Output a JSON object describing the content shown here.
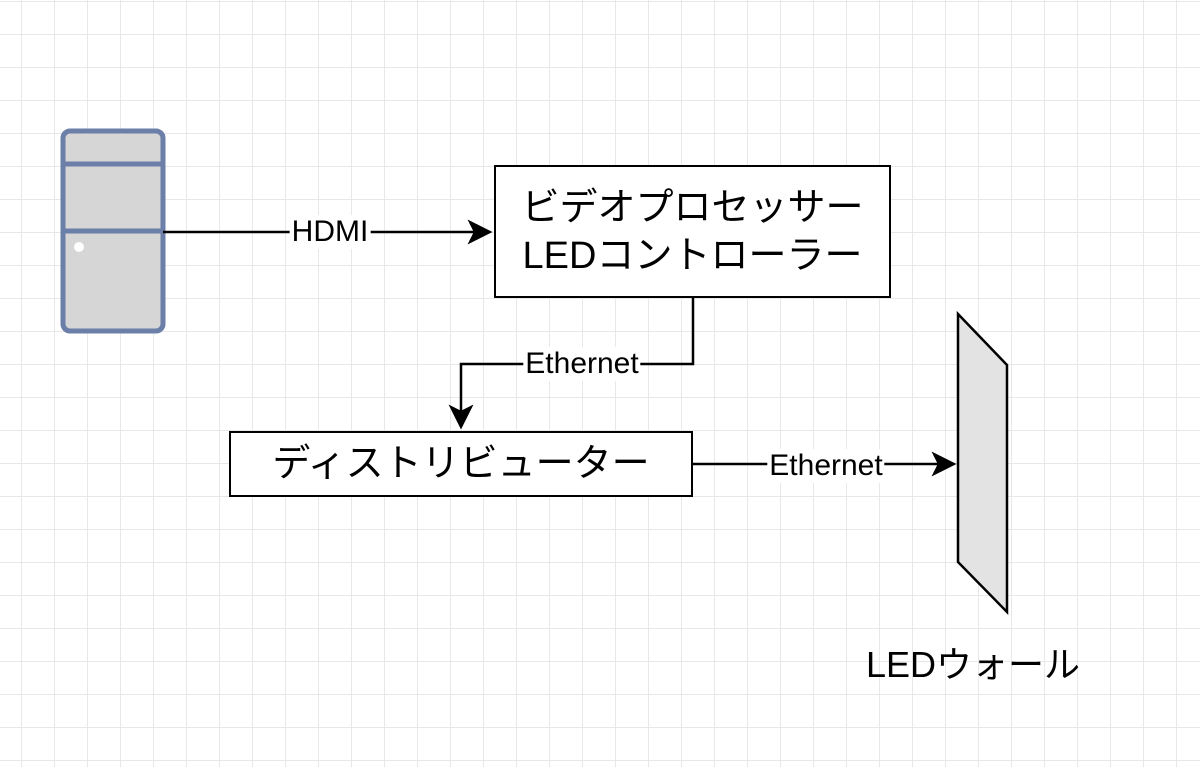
{
  "nodes": {
    "pc": {
      "icon": "pc-tower-icon",
      "fill": "#d6d6d6",
      "stroke": "#6b7fa8"
    },
    "processor": {
      "line1": "ビデオプロセッサー",
      "line2": "LEDコントローラー"
    },
    "distributor": {
      "label": "ディストリビューター"
    },
    "led_wall": {
      "icon": "led-wall-icon",
      "fill": "#e3e3e3",
      "stroke": "#000000",
      "label": "LEDウォール"
    }
  },
  "edges": {
    "pc_to_processor": {
      "label": "HDMI"
    },
    "processor_to_distributor": {
      "label": "Ethernet"
    },
    "distributor_to_wall": {
      "label": "Ethernet"
    }
  },
  "style": {
    "grid_color": "#e8e8e8",
    "line_color": "#000000"
  }
}
